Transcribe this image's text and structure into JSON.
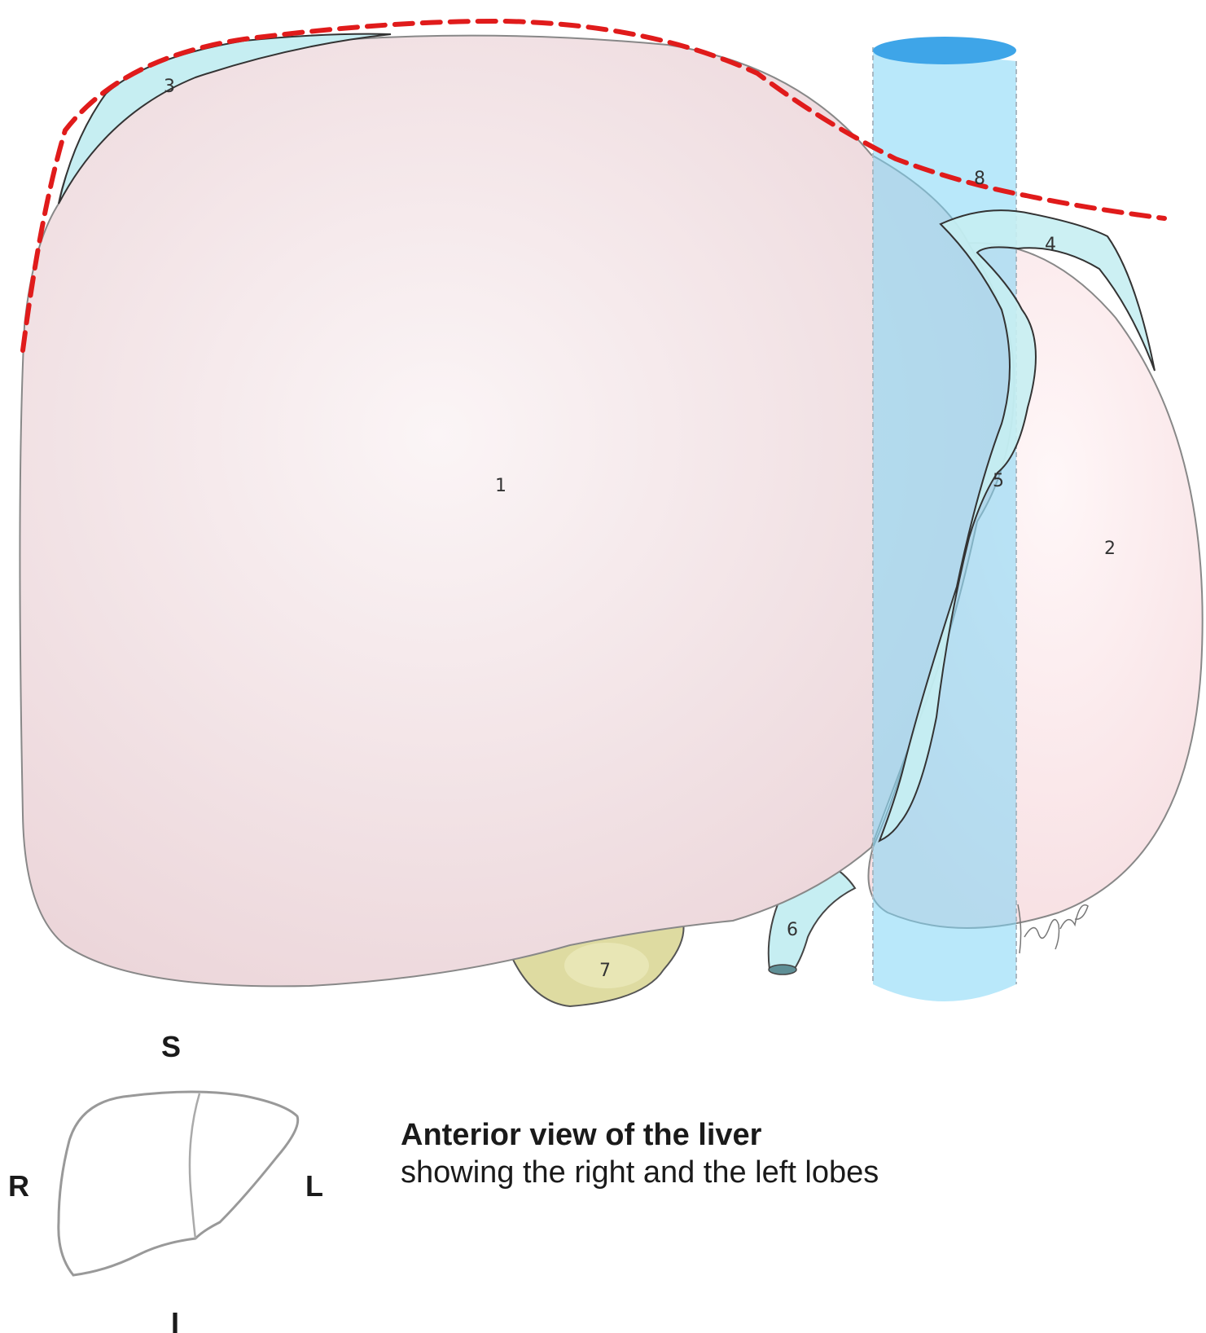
{
  "labels": {
    "right_lobe": "1",
    "left_lobe": "2",
    "right_triangular_ligament": "3",
    "left_triangular_ligament": "4",
    "falciform_ligament": "5",
    "ligamentum_teres": "6",
    "gallbladder": "7",
    "diaphragm_line": "8"
  },
  "orientation": {
    "superior": "S",
    "inferior": "I",
    "right": "R",
    "left": "L"
  },
  "caption": {
    "title": "Anterior view of the liver",
    "subtitle": "showing the right and the left lobes"
  },
  "colors": {
    "liver": "#f2e3e5",
    "ligament": "#c6eef2",
    "vena_cava": "#7fd6f6",
    "gallbladder": "#dedba1",
    "dashed_line": "#e01b1b"
  }
}
